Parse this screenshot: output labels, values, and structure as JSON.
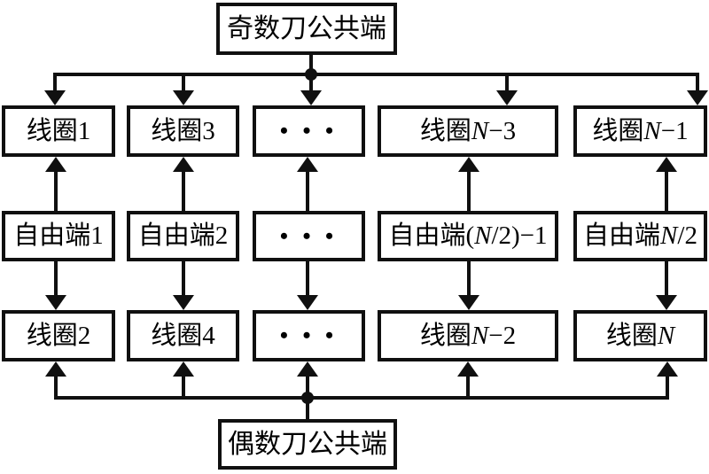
{
  "diagram": {
    "top_terminal": "奇数刀公共端",
    "bottom_terminal": "偶数刀公共端",
    "row_coil_odd": [
      {
        "zh": "线圈",
        "pre": "",
        "it": "",
        "post": "1"
      },
      {
        "zh": "线圈",
        "pre": "",
        "it": "",
        "post": "3"
      },
      {
        "zh": "",
        "pre": "• • •",
        "it": "",
        "post": ""
      },
      {
        "zh": "线圈",
        "pre": "",
        "it": "N",
        "post": "−3"
      },
      {
        "zh": "线圈",
        "pre": "",
        "it": "N",
        "post": "−1"
      }
    ],
    "row_free_end": [
      {
        "zh": "自由端",
        "pre": "",
        "it": "",
        "post": "1"
      },
      {
        "zh": "自由端",
        "pre": "",
        "it": "",
        "post": "2"
      },
      {
        "zh": "",
        "pre": "• • •",
        "it": "",
        "post": ""
      },
      {
        "zh": "自由端",
        "pre": "(",
        "it": "N",
        "post": "/2)−1"
      },
      {
        "zh": "自由端",
        "pre": "",
        "it": "N",
        "post": "/2"
      }
    ],
    "row_coil_even": [
      {
        "zh": "线圈",
        "pre": "",
        "it": "",
        "post": "2"
      },
      {
        "zh": "线圈",
        "pre": "",
        "it": "",
        "post": "4"
      },
      {
        "zh": "",
        "pre": "• • •",
        "it": "",
        "post": ""
      },
      {
        "zh": "线圈",
        "pre": "",
        "it": "N",
        "post": "−2"
      },
      {
        "zh": "线圈",
        "pre": "",
        "it": "N",
        "post": ""
      }
    ],
    "colors": {
      "line": "#101010",
      "background": "#ffffff"
    }
  }
}
